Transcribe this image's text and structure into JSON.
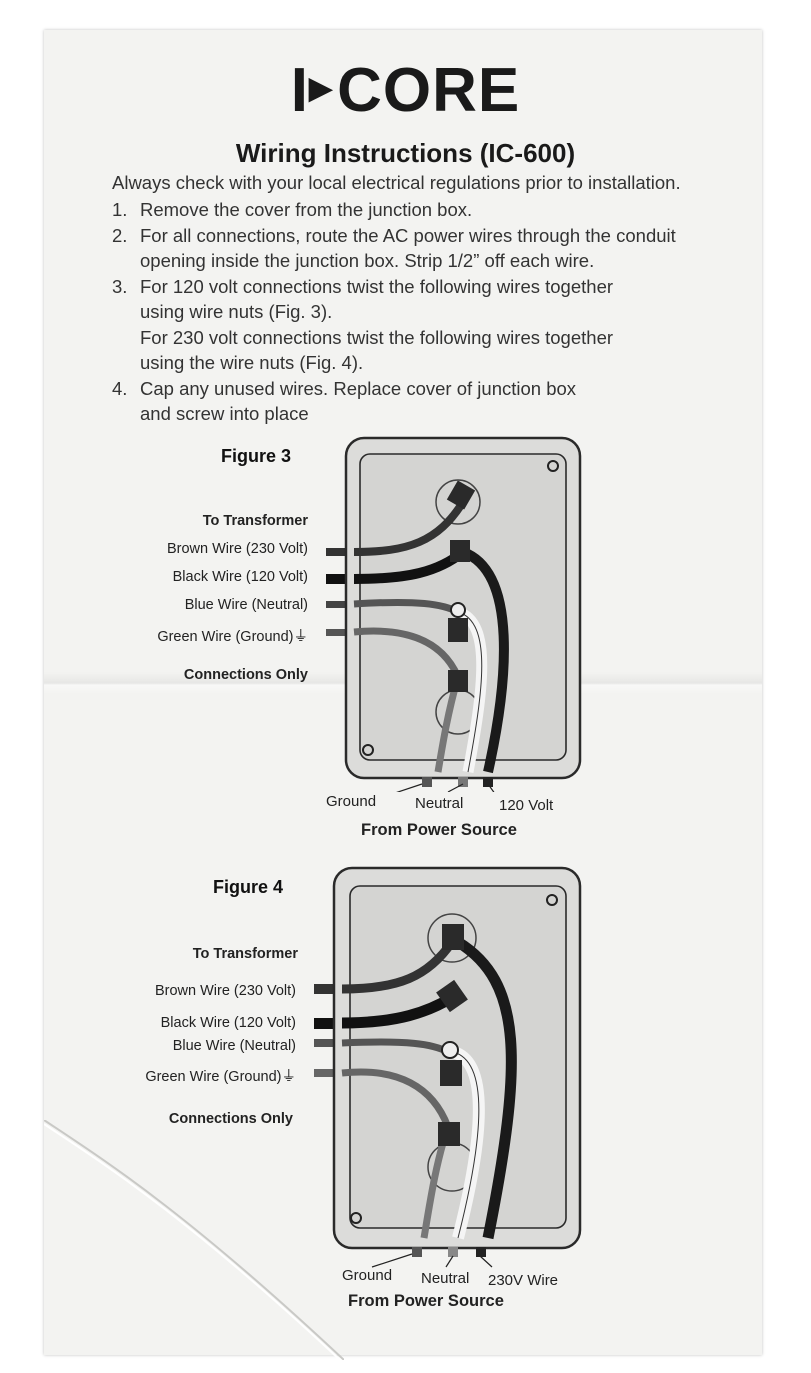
{
  "brand": {
    "logo_part1": "I",
    "logo_part2": "CORE"
  },
  "title": "Wiring Instructions (IC-600)",
  "intro": "Always check with your local electrical regulations prior to installation.",
  "steps": [
    {
      "num": "1.",
      "text": "Remove the cover from the junction box."
    },
    {
      "num": "2.",
      "text": "For all connections, route the AC power wires through the conduit\nopening inside the junction box. Strip 1/2” off each wire."
    },
    {
      "num": "3.",
      "text": "For 120 volt connections twist the following wires together\nusing wire nuts (Fig. 3).\nFor 230 volt connections twist the following wires together\nusing the wire nuts (Fig. 4)."
    },
    {
      "num": "4.",
      "text": "Cap any unused wires. Replace cover of junction box\nand screw into place"
    }
  ],
  "figure3": {
    "label": "Figure 3",
    "to_transformer": "To Transformer",
    "wires": [
      "Brown Wire (230 Volt)",
      "Black Wire (120 Volt)",
      "Blue Wire (Neutral)",
      "Green Wire (Ground)⏚"
    ],
    "connections_only": "Connections Only",
    "source_labels": [
      "Ground",
      "Neutral",
      "120 Volt"
    ],
    "from_power_source": "From Power Source"
  },
  "figure4": {
    "label": "Figure 4",
    "to_transformer": "To Transformer",
    "wires": [
      "Brown Wire (230 Volt)",
      "Black Wire (120 Volt)",
      "Blue Wire (Neutral)",
      "Green Wire (Ground)⏚"
    ],
    "connections_only": "Connections Only",
    "source_labels": [
      "Ground",
      "Neutral",
      "230V Wire"
    ],
    "from_power_source": "From Power Source"
  },
  "colors": {
    "paper": "#f3f3f1",
    "ink": "#1c1c1c",
    "box_fill": "#dadad8",
    "box_stroke": "#2a2a2a"
  }
}
